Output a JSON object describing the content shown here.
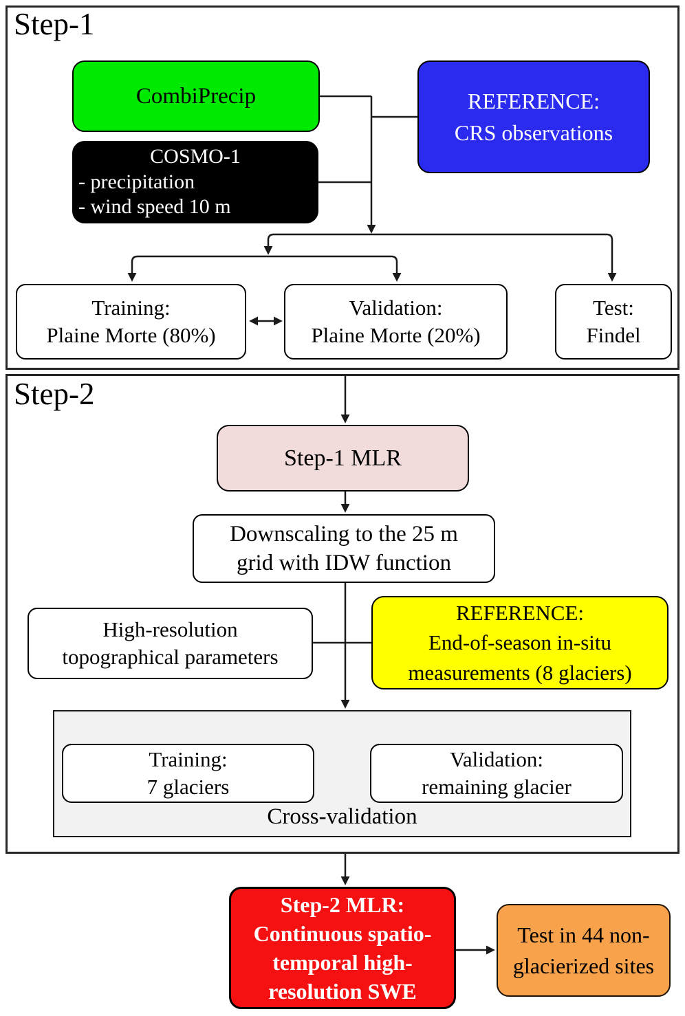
{
  "step1": {
    "label": "Step-1",
    "combiprecip": "CombiPrecip",
    "cosmo_title": "COSMO-1",
    "cosmo_item1": "- precipitation",
    "cosmo_item2": "- wind speed 10 m",
    "reference_line1": "REFERENCE:",
    "reference_line2": "CRS observations",
    "training_line1": "Training:",
    "training_line2": "Plaine Morte (80%)",
    "validation_line1": "Validation:",
    "validation_line2": "Plaine Morte (20%)",
    "test_line1": "Test:",
    "test_line2": "Findel"
  },
  "step2": {
    "label": "Step-2",
    "step1_mlr": "Step-1 MLR",
    "downscaling_line1": "Downscaling to the 25 m",
    "downscaling_line2": "grid with IDW function",
    "topo_line1": "High-resolution",
    "topo_line2": "topographical parameters",
    "reference_line1": "REFERENCE:",
    "reference_line2": "End-of-season in-situ",
    "reference_line3": "measurements (8 glaciers)",
    "cv_training_line1": "Training:",
    "cv_training_line2": "7 glaciers",
    "cv_validation_line1": "Validation:",
    "cv_validation_line2": "remaining glacier",
    "cv_label": "Cross-validation"
  },
  "output": {
    "step2_mlr_line1": "Step-2 MLR:",
    "step2_mlr_line2": "Continuous spatio-",
    "step2_mlr_line3": "temporal high-",
    "step2_mlr_line4": "resolution SWE",
    "test_sites_line1": "Test in 44 non-",
    "test_sites_line2": "glacierized sites"
  },
  "colors": {
    "combiprecip": "#00e900",
    "cosmo": "#000000",
    "crs_reference": "#2b2bef",
    "step1_mlr": "#f2dcdb",
    "insitu_reference": "#ffff00",
    "cross_validation_bg": "#f2f2f2",
    "step2_mlr": "#f51111",
    "test_sites": "#f9a24c",
    "connector": "#1a1a1a"
  }
}
